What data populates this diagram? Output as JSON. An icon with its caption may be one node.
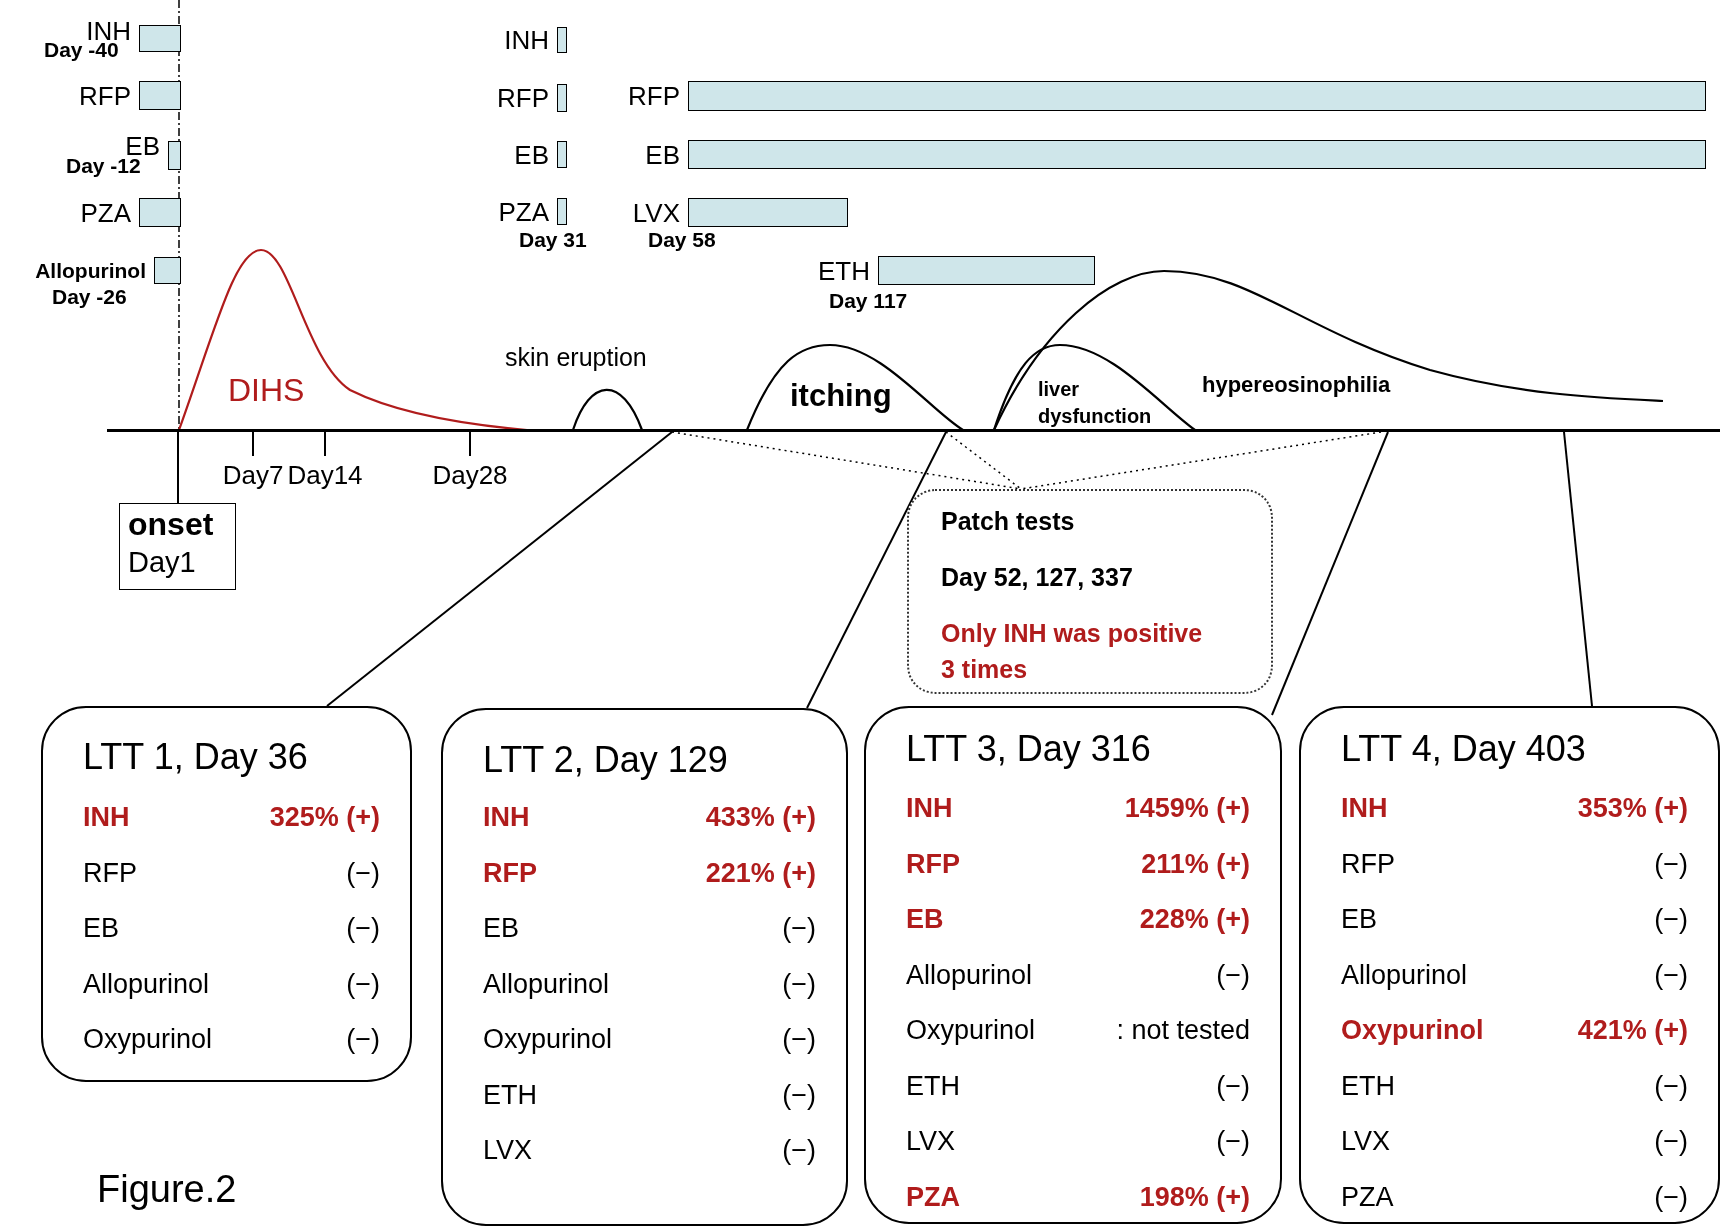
{
  "diagram": {
    "caption": "Figure.2",
    "nodes": [
      {
        "text": [
          "INH"
        ],
        "beside": [
          "Day -40"
        ]
      },
      {
        "text": [
          "RFP"
        ]
      },
      {
        "text": [
          "EB"
        ],
        "beside": [
          "Day -12"
        ]
      },
      {
        "text": [
          "PZA"
        ]
      },
      {
        "text": [
          "Allopurinol"
        ],
        "beside": [
          "Day -26"
        ]
      },
      {
        "text": [
          "INH"
        ]
      },
      {
        "text": [
          "RFP"
        ]
      },
      {
        "text": [
          "EB"
        ]
      },
      {
        "text": [
          "PZA"
        ],
        "beside": [
          "Day 31"
        ]
      },
      {
        "text": [
          "RFP"
        ]
      },
      {
        "text": [
          "EB"
        ]
      },
      {
        "text": [
          "LVX"
        ],
        "beside": [
          "Day 58"
        ]
      },
      {
        "text": [
          "ETH"
        ],
        "beside": [
          "Day 117"
        ]
      },
      {
        "text": [
          "onset",
          "Day1"
        ]
      },
      {
        "text": [
          "Patch tests",
          "Day 52, 127, 337",
          "Only INH was positive 3 times"
        ]
      },
      {
        "text": [
          "LTT 1, Day 36",
          "INH",
          "325% (+)",
          "RFP",
          "(−)",
          "EB",
          "(−)",
          "Allopurinol",
          "(−)",
          "Oxypurinol",
          "(−)"
        ]
      },
      {
        "text": [
          "LTT 2, Day 129",
          "INH",
          "433% (+)",
          "RFP",
          "221% (+)",
          "EB",
          "(−)",
          "Allopurinol",
          "(−)",
          "Oxypurinol",
          "(−)",
          "ETH",
          "(−)",
          "LVX",
          "(−)"
        ]
      },
      {
        "text": [
          "LTT 3, Day 316",
          "INH",
          "1459% (+)",
          "RFP",
          "211% (+)",
          "EB",
          "228% (+)",
          "Allopurinol",
          "(−)",
          "Oxypurinol",
          ": not tested",
          "ETH",
          "(−)",
          "LVX",
          "(−)",
          "PZA",
          "198% (+)"
        ]
      },
      {
        "text": [
          "LTT 4, Day 403",
          "INH",
          "353% (+)",
          "RFP",
          "(−)",
          "EB",
          "(−)",
          "Allopurinol",
          "(−)",
          "Oxypurinol",
          "421% (+)",
          "ETH",
          "(−)",
          "LVX",
          "(−)",
          "PZA",
          "(−)"
        ]
      },
      {
        "text": [],
        "shape": "bar"
      }
    ],
    "edges": [
      {
        "from": 19,
        "to": 13,
        "arrow": "none"
      },
      {
        "from": 19,
        "to": 14,
        "arrow": "none",
        "style": "dashed"
      },
      {
        "from": 19,
        "to": 14,
        "arrow": "none",
        "style": "dashed"
      },
      {
        "from": 19,
        "to": 14,
        "arrow": "none",
        "style": "dashed"
      },
      {
        "from": 19,
        "to": 15,
        "arrow": "none"
      },
      {
        "from": 19,
        "to": 16,
        "arrow": "none"
      },
      {
        "from": 19,
        "to": 17,
        "arrow": "none"
      },
      {
        "from": 19,
        "to": 18,
        "arrow": "none"
      }
    ],
    "labels": [
      "skin eruption",
      "DIHS",
      "itching",
      "liver dysfunction",
      "hypereosinophilia",
      "Day7",
      "Day14",
      "Day28"
    ]
  }
}
